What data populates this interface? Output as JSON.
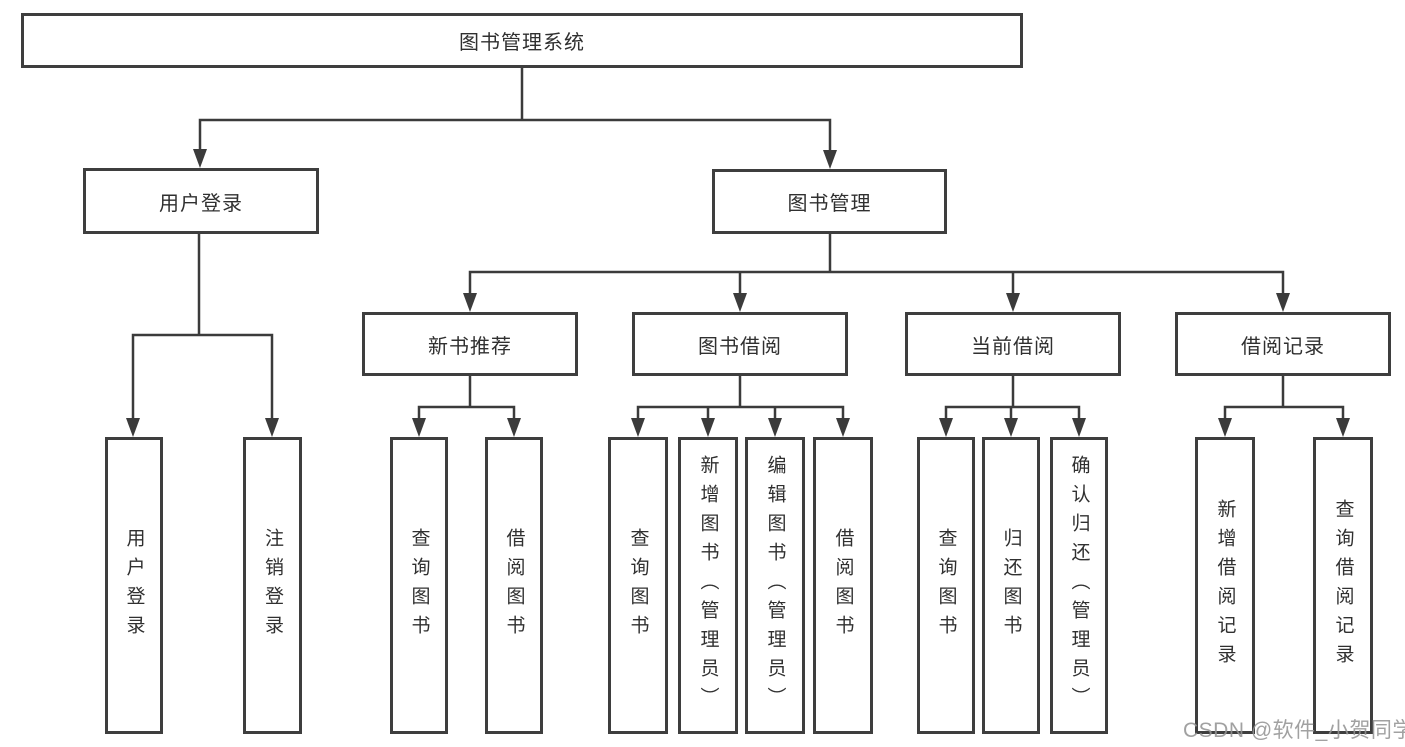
{
  "tree": {
    "root": {
      "label": "图书管理系统"
    },
    "children": [
      {
        "label": "用户登录",
        "children": [
          {
            "label": "用户登录"
          },
          {
            "label": "注销登录"
          }
        ]
      },
      {
        "label": "图书管理",
        "children": [
          {
            "label": "新书推荐",
            "children": [
              {
                "label": "查询图书"
              },
              {
                "label": "借阅图书"
              }
            ]
          },
          {
            "label": "图书借阅",
            "children": [
              {
                "label": "查询图书"
              },
              {
                "label": "新增图书（管理员）"
              },
              {
                "label": "编辑图书（管理员）"
              },
              {
                "label": "借阅图书"
              }
            ]
          },
          {
            "label": "当前借阅",
            "children": [
              {
                "label": "查询图书"
              },
              {
                "label": "归还图书"
              },
              {
                "label": "确认归还（管理员）"
              }
            ]
          },
          {
            "label": "借阅记录",
            "children": [
              {
                "label": "新增借阅记录"
              },
              {
                "label": "查询借阅记录"
              }
            ]
          }
        ]
      }
    ],
    "watermark": "CSDN @软件_小贺同学"
  },
  "colors": {
    "line": "#3b3b3b",
    "border": "#3e3e3e",
    "text": "#303030",
    "watermark": "#949494",
    "background": "#ffffff"
  }
}
